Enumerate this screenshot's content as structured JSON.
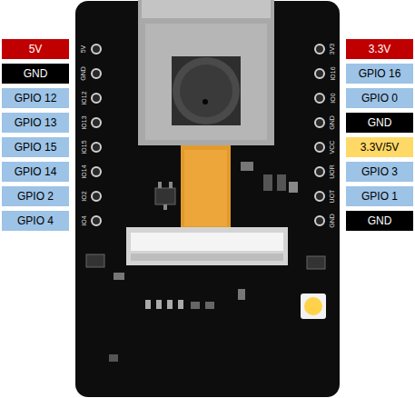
{
  "diagram": {
    "nodes": [
      {
        "text": [
          "5V"
        ]
      },
      {
        "text": [
          "GND"
        ]
      },
      {
        "text": [
          "GPIO 12"
        ]
      },
      {
        "text": [
          "GPIO 13"
        ]
      },
      {
        "text": [
          "GPIO 15"
        ]
      },
      {
        "text": [
          "GPIO 14"
        ]
      },
      {
        "text": [
          "GPIO 2"
        ]
      },
      {
        "text": [
          "GPIO 4"
        ]
      },
      {
        "text": [
          "3.3V"
        ]
      },
      {
        "text": [
          "GPIO 16"
        ]
      },
      {
        "text": [
          "GPIO 0"
        ]
      },
      {
        "text": [
          "GND"
        ]
      },
      {
        "text": [
          "3.3V/5V"
        ]
      },
      {
        "text": [
          "GPIO 3"
        ]
      },
      {
        "text": [
          "GPIO 1"
        ]
      },
      {
        "text": [
          "GND"
        ]
      }
    ],
    "labels": [
      "5V",
      "GND",
      "IO12",
      "IO13",
      "IO15",
      "IO14",
      "IO2",
      "IO4",
      "3V3",
      "IO16",
      "IO0",
      "GND",
      "VCC",
      "UOR",
      "UOT",
      "GND"
    ]
  }
}
